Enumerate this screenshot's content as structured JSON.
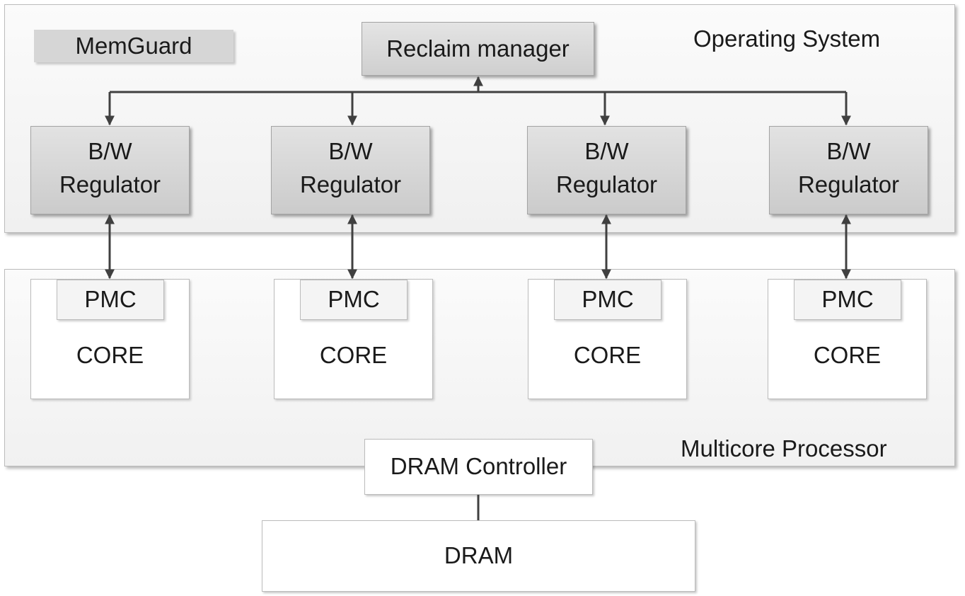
{
  "diagram": {
    "os_region": {
      "label": "Operating System"
    },
    "multicore_region": {
      "label": "Multicore Processor"
    },
    "memguard": {
      "label": "MemGuard"
    },
    "reclaim_manager": {
      "label": "Reclaim manager"
    },
    "regulators": [
      {
        "line1": "B/W",
        "line2": "Regulator"
      },
      {
        "line1": "B/W",
        "line2": "Regulator"
      },
      {
        "line1": "B/W",
        "line2": "Regulator"
      },
      {
        "line1": "B/W",
        "line2": "Regulator"
      }
    ],
    "cores": [
      {
        "pmc": "PMC",
        "core": "CORE"
      },
      {
        "pmc": "PMC",
        "core": "CORE"
      },
      {
        "pmc": "PMC",
        "core": "CORE"
      },
      {
        "pmc": "PMC",
        "core": "CORE"
      }
    ],
    "dram_controller": {
      "label": "DRAM Controller"
    },
    "dram": {
      "label": "DRAM"
    },
    "colors": {
      "box_gray": "#d6d6d6",
      "connector": "#404040",
      "border": "#bcbcbc"
    }
  }
}
